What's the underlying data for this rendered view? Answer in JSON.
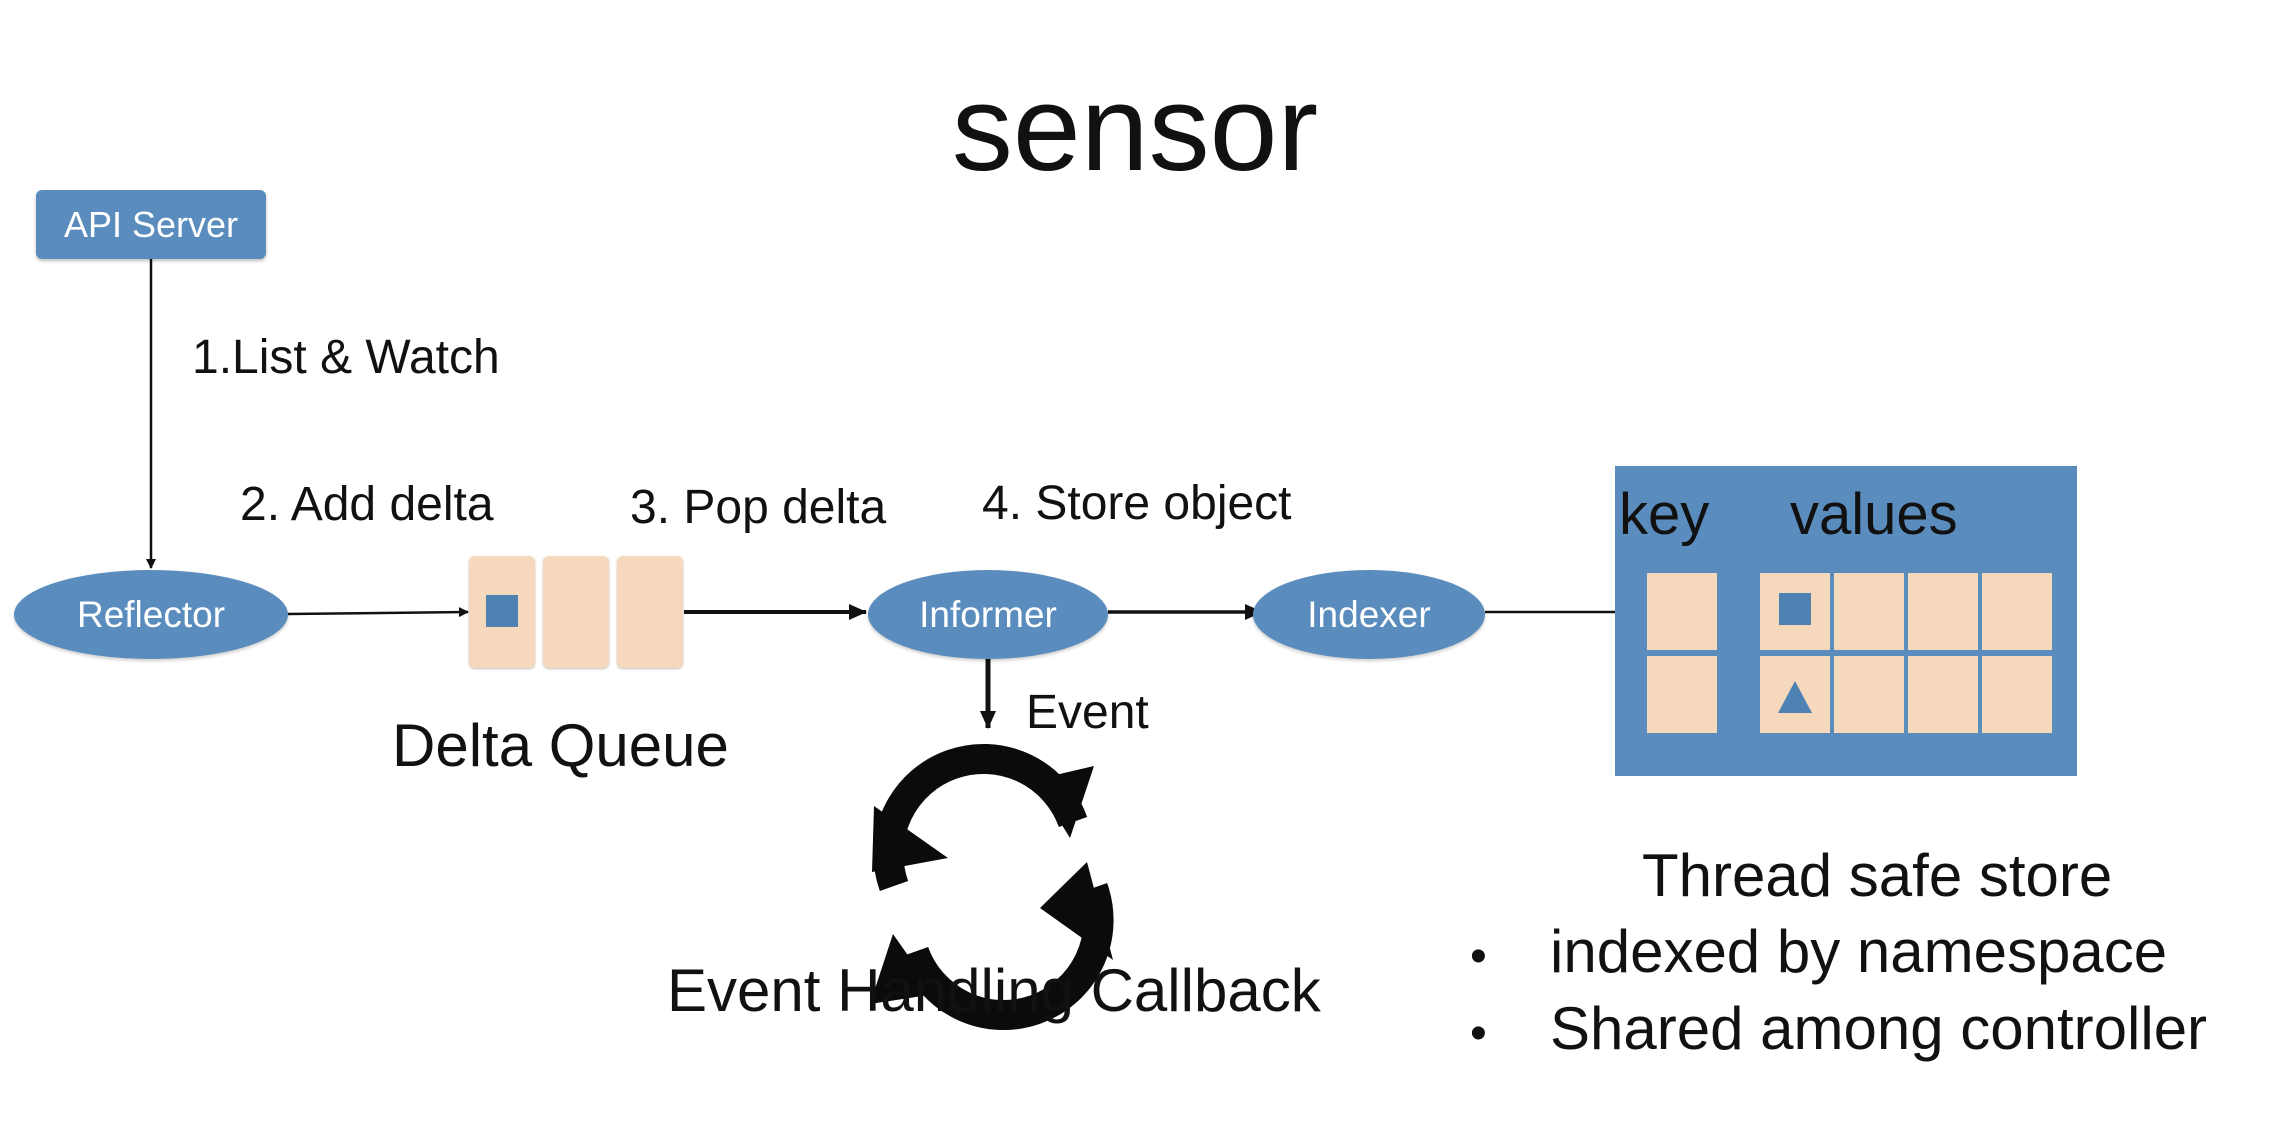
{
  "title": "sensor",
  "nodes": {
    "api_server": "API Server",
    "reflector": "Reflector",
    "informer": "Informer",
    "indexer": "Indexer"
  },
  "steps": {
    "list_watch": "1.List & Watch",
    "add_delta": "2. Add delta",
    "pop_delta": "3. Pop delta",
    "store_object": "4. Store object",
    "event": "Event"
  },
  "captions": {
    "delta_queue": "Delta Queue",
    "event_callback": "Event Handling Callback"
  },
  "store": {
    "key_header": "key",
    "values_header": "values",
    "title": "Thread safe store",
    "bullets": [
      "indexed by namespace",
      "Shared among controller"
    ]
  },
  "colors": {
    "node_blue": "#5a8dbd",
    "cell_peach": "#f6d9bd",
    "marker_blue": "#4d82b3"
  }
}
